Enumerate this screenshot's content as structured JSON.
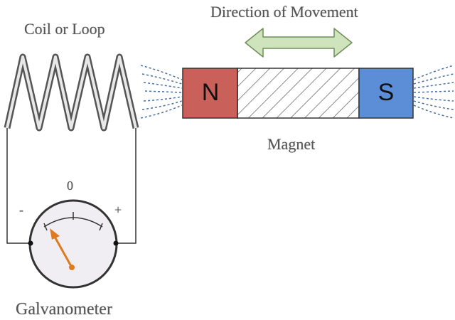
{
  "labels": {
    "coil": "Coil or Loop",
    "direction": "Direction of Movement",
    "magnet": "Magnet",
    "galvanometer": "Galvanometer",
    "north": "N",
    "south": "S",
    "zero": "0",
    "minus": "-",
    "plus": "+"
  },
  "colors": {
    "north_pole": "#c9605a",
    "south_pole": "#5b8ed6",
    "arrow": "#cfe3bd",
    "needle": "#e07a1f",
    "dial_face": "#f1eef3",
    "wire": "#333333"
  },
  "needle_position": "left of zero"
}
